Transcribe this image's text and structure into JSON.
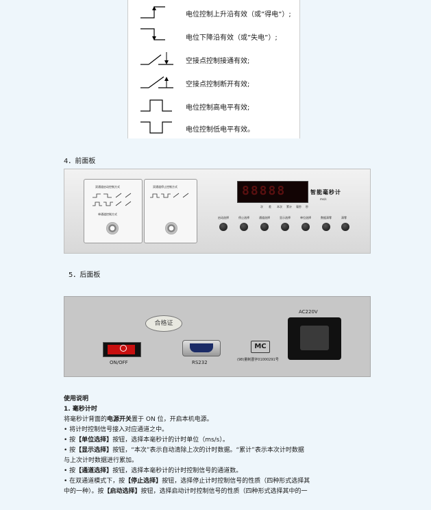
{
  "signal_table": {
    "rows": [
      {
        "label": "电位控制上升沿有效（或”得电”）;",
        "shape": "rising-edge"
      },
      {
        "label": "电位下降沿有效（或”失电”）;",
        "shape": "falling-edge"
      },
      {
        "label": "空接点控制接通有效;",
        "shape": "contact-close"
      },
      {
        "label": "空接点控制断开有效;",
        "shape": "contact-open"
      },
      {
        "label": "电位控制高电平有效;",
        "shape": "high-level"
      },
      {
        "label": "电位控制低电平有效。",
        "shape": "low-level"
      }
    ]
  },
  "section4": {
    "title": "4．前面板"
  },
  "front_panel": {
    "left_label_top": "双通道启动控制方式",
    "left_label_bottom": "单通道控制方式",
    "mid_label": "双通道停止控制方式",
    "display_digits": "88888",
    "brand": "智能毫秒计",
    "unit": "ms/s",
    "indicator_labels": [
      "次",
      "差",
      "本次",
      "累计",
      "毫秒",
      "秒"
    ],
    "buttons": [
      "启动选择",
      "停止选择",
      "通道选择",
      "显示选择",
      "单位选择",
      "数据清零",
      "清零"
    ]
  },
  "section5": {
    "title": "5．后面板"
  },
  "back_panel": {
    "cert_label": "合格证",
    "switch_label": "ON/OFF",
    "rs232_label": "RS232",
    "mc_label": "MC",
    "license_label": "(98)量制晋字01000291号",
    "power_label": "AC220V"
  },
  "instructions": {
    "heading": "使用说明",
    "sub_heading": "1. 毫秒计时",
    "lines": [
      [
        {
          "t": "将毫秒计背面的",
          "b": false
        },
        {
          "t": "电源开关",
          "b": true
        },
        {
          "t": "置于 ON 位，开启本机电源。",
          "b": false
        }
      ],
      [
        {
          "t": "• 将计时控制信号接入对应通道之中。",
          "b": false
        }
      ],
      [
        {
          "t": "• 按",
          "b": false
        },
        {
          "t": "【单位选择】",
          "b": true
        },
        {
          "t": "按钮，选择本毫秒计的计时单位（ms/s）。",
          "b": false
        }
      ],
      [
        {
          "t": "• 按",
          "b": false
        },
        {
          "t": "【显示选择】",
          "b": true
        },
        {
          "t": "按钮，“本次”表示自动清除上次的计时数据。“累计”表示本次计时数据",
          "b": false
        }
      ],
      [
        {
          "t": "与上次计时数据进行累加。",
          "b": false
        }
      ],
      [
        {
          "t": "• 按",
          "b": false
        },
        {
          "t": "【通道选择】",
          "b": true
        },
        {
          "t": "按钮，选择本毫秒计的计时控制信号的通道数。",
          "b": false
        }
      ],
      [
        {
          "t": "• 在双通道模式下，按",
          "b": false
        },
        {
          "t": "【停止选择】",
          "b": true
        },
        {
          "t": "按钮，选择停止计时控制信号的性质（四种形式选择其",
          "b": false
        }
      ],
      [
        {
          "t": "中的一种）。按",
          "b": false
        },
        {
          "t": "【启动选择】",
          "b": true
        },
        {
          "t": "按钮，选择启动计时控制信号的性质（四种形式选择其中的一",
          "b": false
        }
      ]
    ]
  }
}
